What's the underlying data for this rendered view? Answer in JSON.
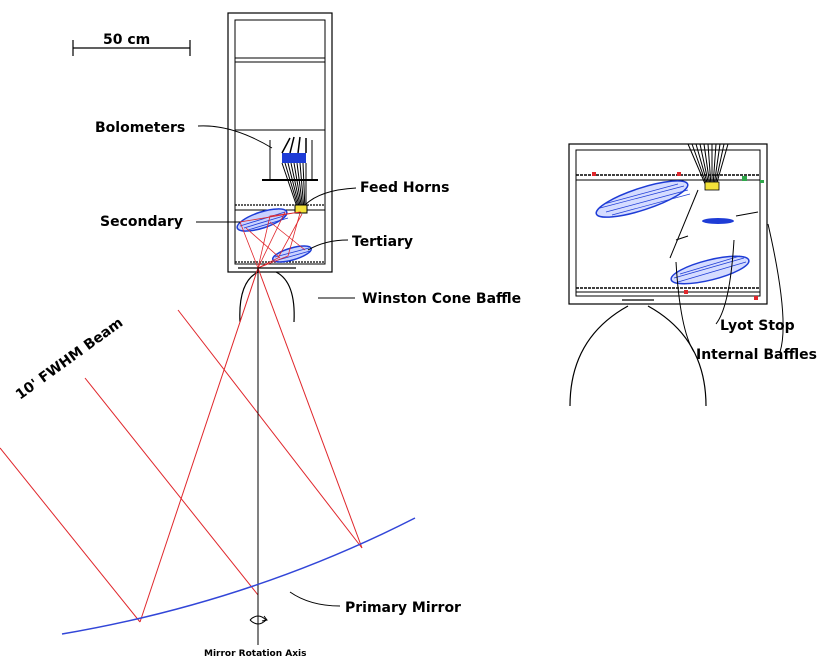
{
  "labels": {
    "scale": "50 cm",
    "bolometers": "Bolometers",
    "feed_horns": "Feed Horns",
    "secondary": "Secondary",
    "tertiary": "Tertiary",
    "winston_cone": "Winston Cone Baffle",
    "beam": "10' FWHM Beam",
    "primary_mirror": "Primary Mirror",
    "rotation_axis": "Mirror Rotation Axis",
    "lyot_stop": "Lyot Stop",
    "internal_baffles": "Internal Baffles"
  },
  "colors": {
    "ray": "#e0262b",
    "optic": "#1e3cd6",
    "mirror": "#3246d8",
    "line": "#000000"
  }
}
